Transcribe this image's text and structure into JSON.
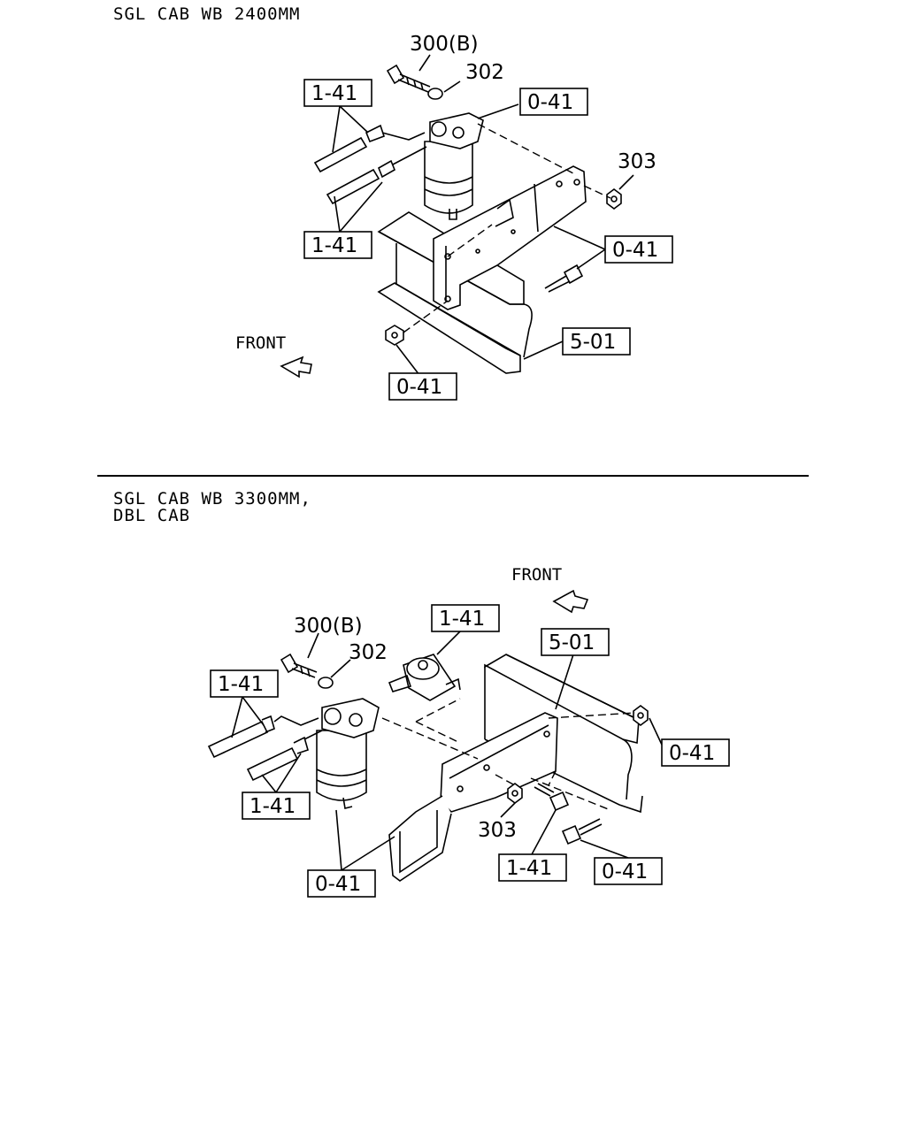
{
  "section1": {
    "heading": "SGL CAB WB 2400MM",
    "front": "FRONT",
    "labels": {
      "l300b": "300(B)",
      "l302": "302",
      "l303": "303",
      "box_141_top": "1-41",
      "box_141_bottom": "1-41",
      "box_041_bracket": "0-41",
      "box_041_bolt": "0-41",
      "box_041_nut": "0-41",
      "box_501": "5-01"
    }
  },
  "section2": {
    "heading_line1": "SGL CAB WB 3300MM,",
    "heading_line2": "DBL CAB",
    "front": "FRONT",
    "labels": {
      "l300b": "300(B)",
      "l302": "302",
      "l303": "303",
      "box_141_pump": "1-41",
      "box_501": "5-01",
      "box_141_top": "1-41",
      "box_141_mid": "1-41",
      "box_041_nut": "0-41",
      "box_041_filter": "0-41",
      "box_141_bolt": "1-41",
      "box_041_bolt": "0-41"
    }
  }
}
